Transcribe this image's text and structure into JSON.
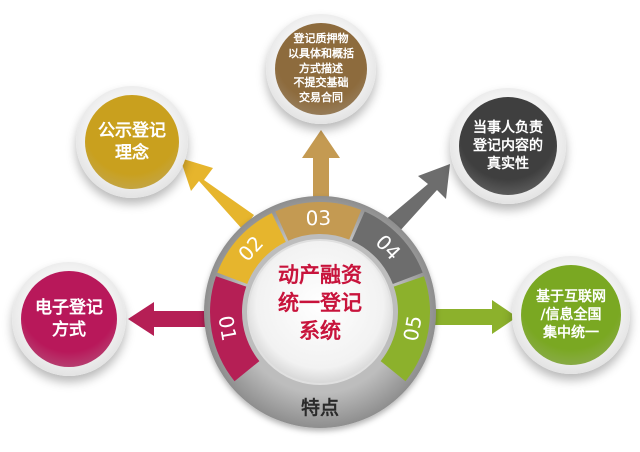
{
  "center": {
    "lines": [
      "动产融资",
      "统一登记",
      "系统"
    ]
  },
  "bottom_label": "特点",
  "segments": [
    {
      "num": "01",
      "color": "#b51f55"
    },
    {
      "num": "02",
      "color": "#e6b52d"
    },
    {
      "num": "03",
      "color": "#c49a52"
    },
    {
      "num": "04",
      "color": "#6d6d6d"
    },
    {
      "num": "05",
      "color": "#8cb12c"
    }
  ],
  "bubbles": [
    {
      "lines": [
        "电子登记",
        "方式"
      ],
      "color": "#b8185a"
    },
    {
      "lines": [
        "公示登记",
        "理念"
      ],
      "color": "#c9a01e"
    },
    {
      "lines": [
        "登记质押物",
        "以具体和概括",
        "方式描述",
        "不提交基础",
        "交易合同"
      ],
      "color": "#8d6b3d"
    },
    {
      "lines": [
        "当事人负责",
        "登记内容的",
        "真实性"
      ],
      "color": "#3f3f3f"
    },
    {
      "lines": [
        "基于互联网",
        "/信息全国",
        "集中统一"
      ],
      "color": "#7aa822"
    }
  ]
}
